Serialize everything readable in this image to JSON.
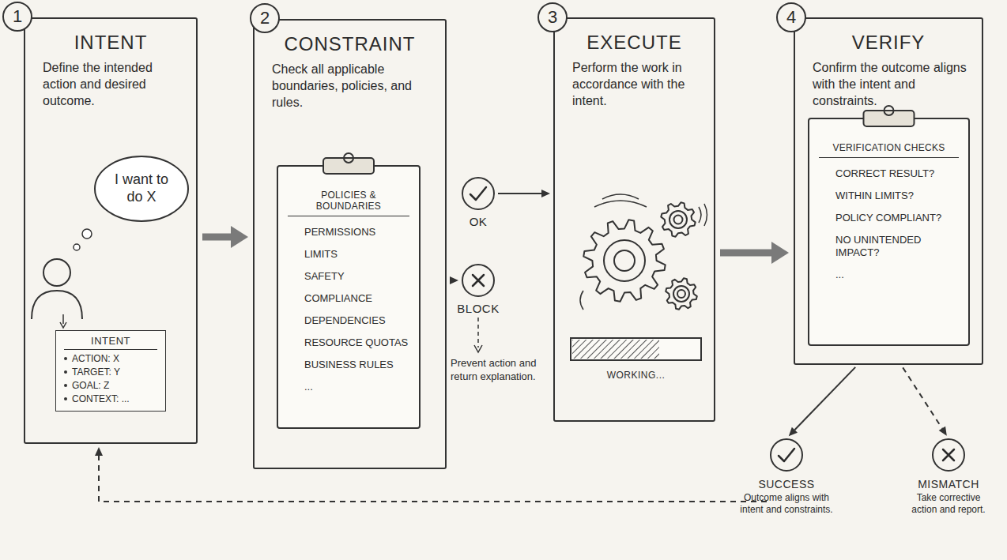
{
  "diagram": {
    "nodes": [
      {
        "text": [
          "1"
        ]
      },
      {
        "text": [
          "INTENT",
          "Define the intended action and desired outcome."
        ]
      },
      {
        "text": [
          "I want to do X"
        ],
        "in": 1
      },
      {
        "text": [
          "INTENT",
          "ACTION: X",
          "TARGET: Y",
          "GOAL: Z",
          "CONTEXT: ..."
        ],
        "in": 1
      },
      {
        "text": [
          "2"
        ]
      },
      {
        "text": [
          "CONSTRAINT",
          "Check all applicable boundaries, policies, and rules."
        ]
      },
      {
        "text": [
          "POLICIES & BOUNDARIES",
          "PERMISSIONS",
          "LIMITS",
          "SAFETY",
          "COMPLIANCE",
          "DEPENDENCIES",
          "RESOURCE QUOTAS",
          "BUSINESS RULES",
          "..."
        ],
        "in": 5
      },
      {
        "text": [
          "OK"
        ]
      },
      {
        "text": [
          "BLOCK"
        ]
      },
      {
        "text": [
          "3"
        ]
      },
      {
        "text": [
          "EXECUTE",
          "Perform the work in accordance with the intent."
        ]
      },
      {
        "text": [
          "4"
        ]
      },
      {
        "text": [
          "VERIFY",
          "Confirm the outcome aligns with the intent and constraints."
        ]
      },
      {
        "text": [
          "VERIFICATION CHECKS",
          "CORRECT RESULT?",
          "WITHIN LIMITS?",
          "POLICY COMPLIANT?",
          "NO UNINTENDED IMPACT?",
          "..."
        ],
        "in": 12
      },
      {
        "text": [
          "SUCCESS",
          "Outcome aligns with intent and constraints."
        ]
      },
      {
        "text": [
          "MISMATCH",
          "Take corrective action and report."
        ]
      }
    ],
    "edges": [
      {
        "from": 1,
        "to": 5,
        "arrow": "to"
      },
      {
        "from": 5,
        "to": 8,
        "arrow": "to"
      },
      {
        "from": 7,
        "to": 10,
        "arrow": "to"
      },
      {
        "from": 10,
        "to": 12,
        "arrow": "to"
      },
      {
        "from": 12,
        "to": 14,
        "arrow": "to"
      },
      {
        "from": 12,
        "to": 15,
        "arrow": "to"
      },
      {
        "from": 14,
        "to": 1,
        "arrow": "to"
      }
    ],
    "labels": [
      "Prevent action and return explanation.",
      "WORKING..."
    ]
  }
}
